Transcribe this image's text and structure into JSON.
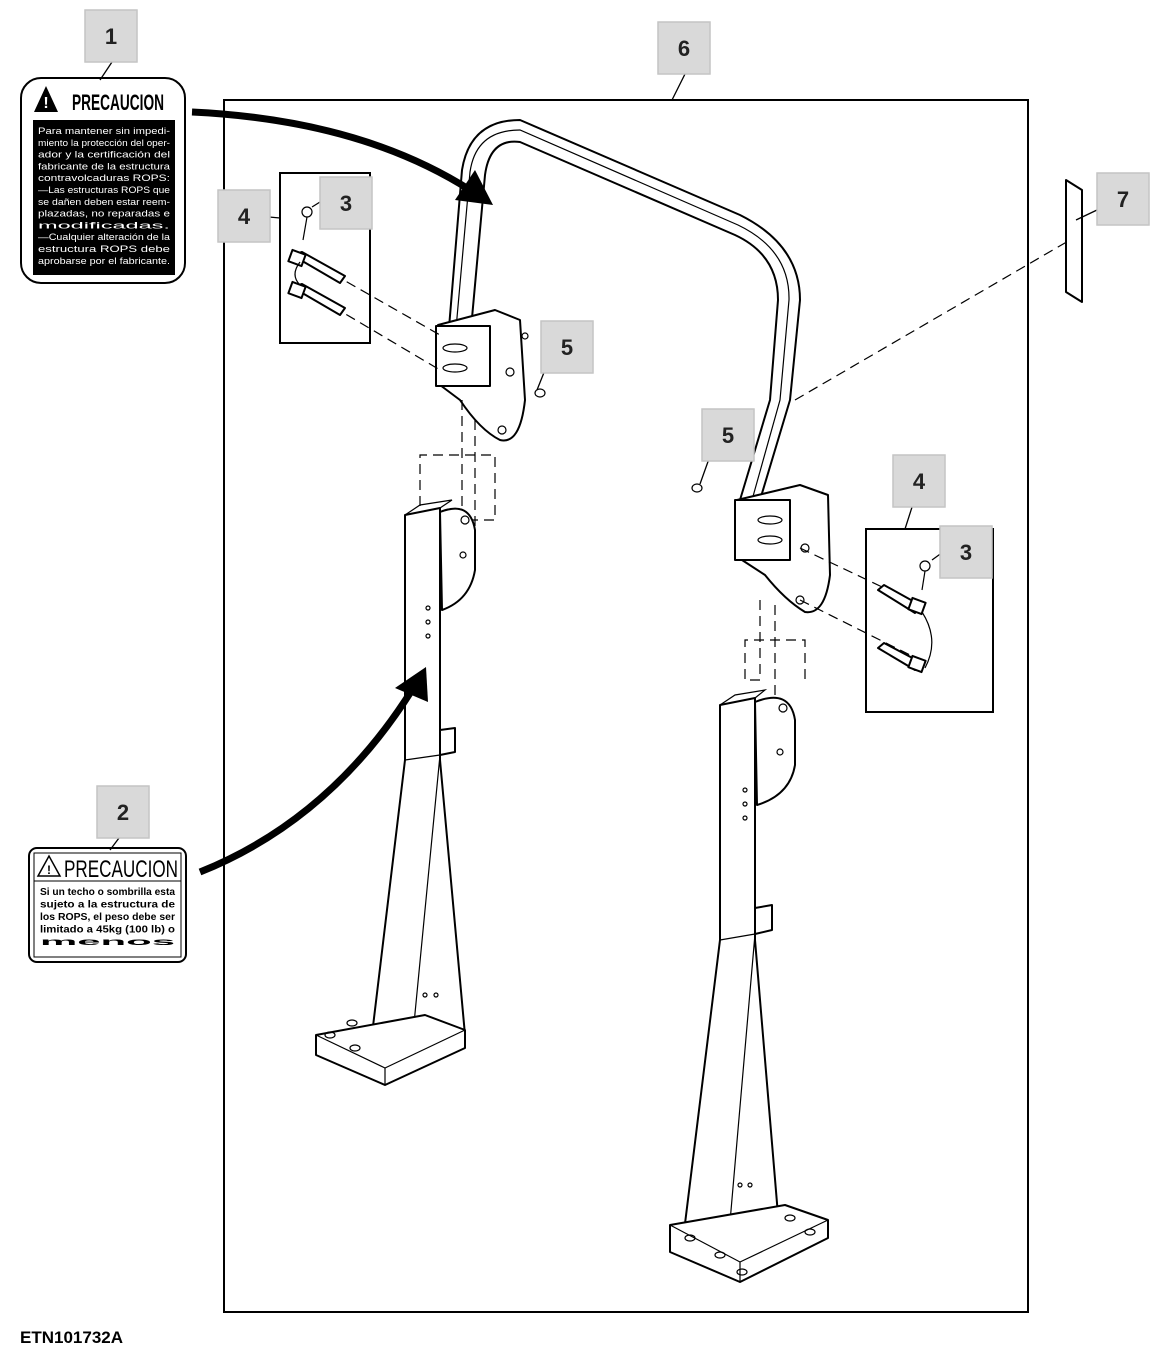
{
  "figure_id": "ETN101732A",
  "callouts": [
    "1",
    "2",
    "3",
    "3",
    "4",
    "4",
    "5",
    "5",
    "6",
    "7"
  ],
  "decal1": {
    "heading": "PRECAUCION",
    "lines": [
      "Para mantener sin impedi-",
      "miento la protección del oper-",
      "ador y la certificación del",
      "fabricante de la estructura",
      "contravolcaduras ROPS:",
      "—Las estructuras ROPS que",
      " se dañen deben estar reem-",
      " plazadas, no reparadas e",
      " modificadas.",
      "—Cualquier alteración de la",
      " estructura ROPS debe",
      " aprobarse por el fabricante."
    ]
  },
  "decal2": {
    "heading": "PRECAUCION",
    "lines": [
      "Si un techo o sombrilla esta",
      "sujeto a la estructura de",
      "los ROPS, el peso debe ser",
      "limitado a 45kg (100 lb) o",
      "menos"
    ]
  },
  "colors": {
    "callout_fill": "#d9d9d9",
    "line": "#000000",
    "decal_dark": "#000000"
  }
}
